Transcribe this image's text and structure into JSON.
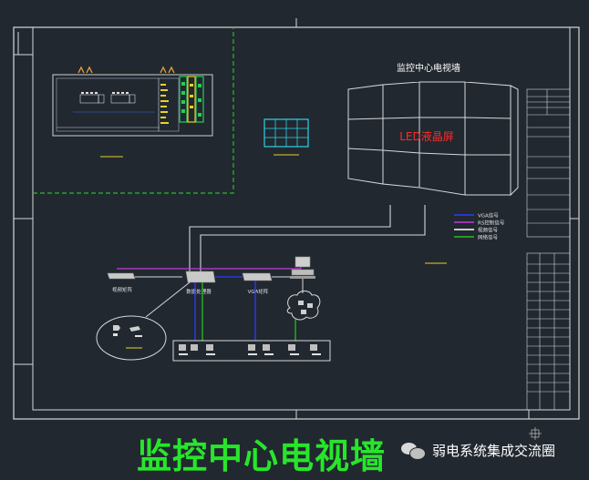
{
  "diagram": {
    "wall_title": "监控中心电视墙",
    "led_label": "LED液晶屏",
    "devices": {
      "d1": "视频矩阵",
      "d2": "数据处理器",
      "d3": "VGA矩阵"
    },
    "legend": [
      {
        "label": "VGA信号",
        "color": "#2a3cff"
      },
      {
        "label": "RS控制信号",
        "color": "#c23bd6"
      },
      {
        "label": "视频信号",
        "color": "#ffffff"
      },
      {
        "label": "网络信号",
        "color": "#22c022"
      }
    ]
  },
  "bottom_title": "监控中心电视墙",
  "watermark": "弱电系统集成交流圈"
}
